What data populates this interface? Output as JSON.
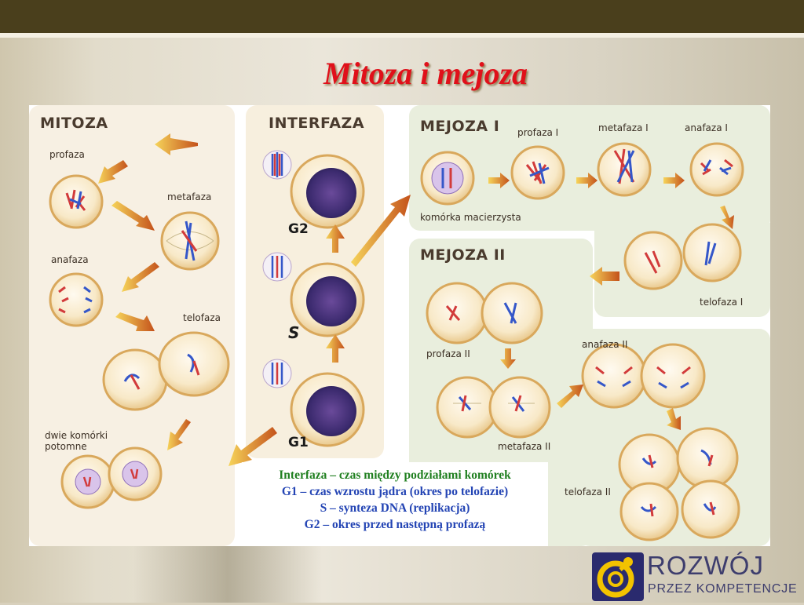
{
  "slide": {
    "title": "Mitoza i mejoza"
  },
  "diagram": {
    "mitoza": {
      "heading": "MITOZA",
      "stages": [
        "profaza",
        "metafaza",
        "anafaza",
        "telofaza",
        "dwie komórki",
        "potomne"
      ]
    },
    "interfaza": {
      "heading": "INTERFAZA",
      "phases": [
        "G2",
        "S",
        "G1"
      ]
    },
    "mejoza1": {
      "heading": "MEJOZA I",
      "stages": [
        "profaza I",
        "metafaza I",
        "anafaza I",
        "telofaza I"
      ],
      "mother_cell": "komórka macierzysta"
    },
    "mejoza2": {
      "heading": "MEJOZA II",
      "stages": [
        "profaza II",
        "anafaza II",
        "metafaza II",
        "telofaza II"
      ]
    }
  },
  "caption": {
    "line1": "Interfaza – czas między podziałami komórek",
    "line2": "G1 – czas wzrostu jądra (okres po telofazie)",
    "line3": "S – synteza DNA (replikacja)",
    "line4": "G2 – okres przed następną profazą"
  },
  "logo": {
    "line1": "ROZWÓJ",
    "line2": "PRZEZ KOMPETENCJE"
  },
  "colors": {
    "title": "#e0101a",
    "caption_green": "#1f7f1f",
    "caption_blue": "#2344b4",
    "top_bar": "#4a3f1c"
  }
}
